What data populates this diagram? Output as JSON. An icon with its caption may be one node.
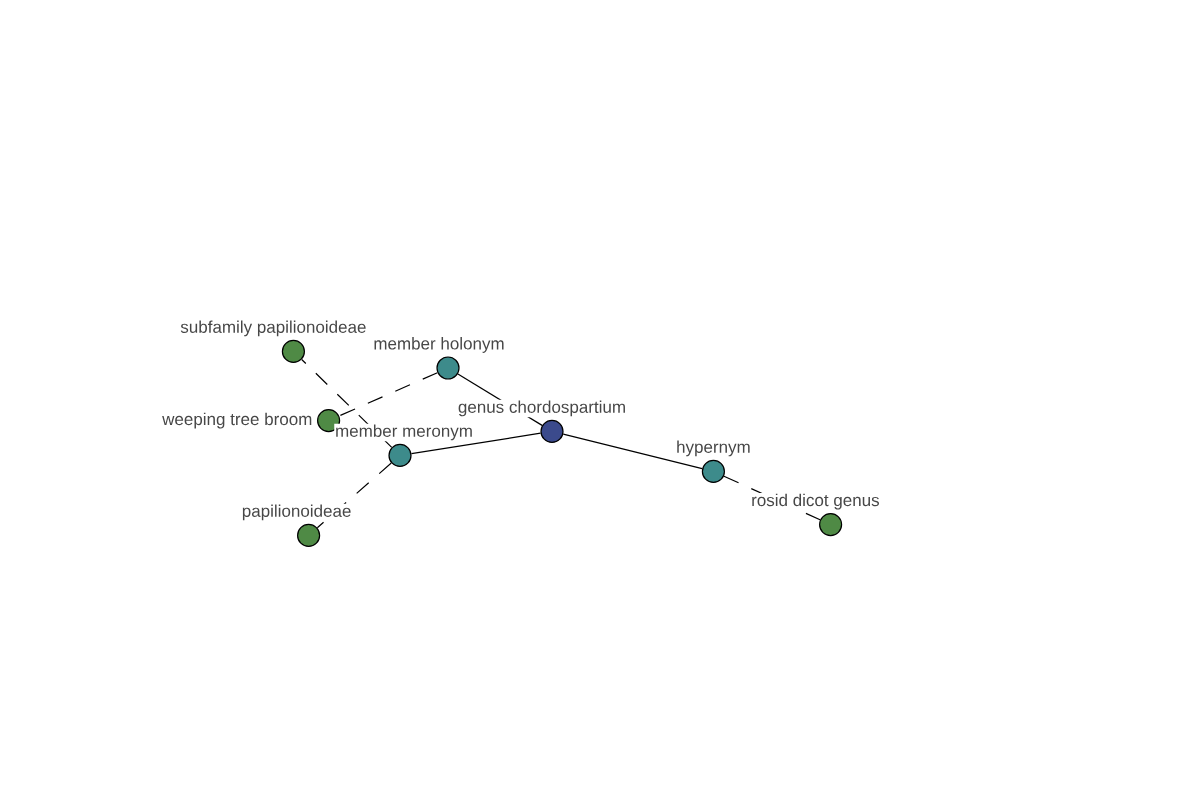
{
  "diagram": {
    "nodes": [
      {
        "text": [
          "subfamily papilionoideae"
        ]
      },
      {
        "text": [
          "member holonym"
        ]
      },
      {
        "text": [
          "weeping tree broom"
        ]
      },
      {
        "text": [
          "genus chordospartium"
        ]
      },
      {
        "text": [
          "member meronym"
        ]
      },
      {
        "text": [
          "hypernym"
        ]
      },
      {
        "text": [
          "rosid dicot genus"
        ]
      },
      {
        "text": [
          "papilionoideae"
        ]
      }
    ],
    "edges": [
      {
        "from": 3,
        "to": 1,
        "arrow": "none"
      },
      {
        "from": 3,
        "to": 4,
        "arrow": "none"
      },
      {
        "from": 3,
        "to": 5,
        "arrow": "none"
      },
      {
        "from": 1,
        "to": 2,
        "arrow": "none",
        "style": "dashed"
      },
      {
        "from": 4,
        "to": 0,
        "arrow": "none",
        "style": "dashed"
      },
      {
        "from": 4,
        "to": 7,
        "arrow": "none",
        "style": "dashed"
      },
      {
        "from": 5,
        "to": 6,
        "arrow": "none",
        "style": "dashed"
      }
    ]
  }
}
